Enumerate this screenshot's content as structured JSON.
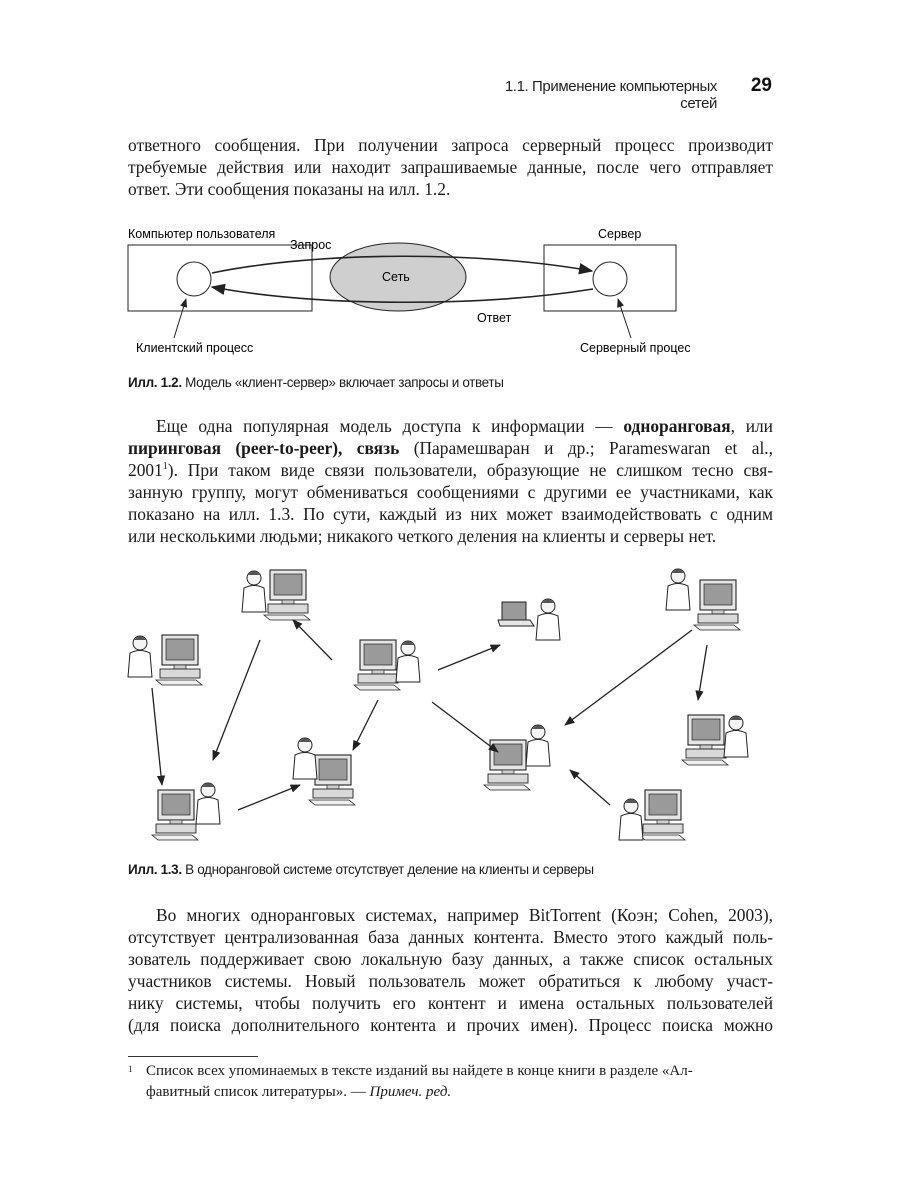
{
  "header": {
    "running_title": "1.1. Применение компьютерных сетей",
    "page_number": "29"
  },
  "para1": {
    "lines": [
      "ответного сообщения. При получении запроса серверный процесс производит",
      "требуемые действия или находит запрашиваемые данные, после чего отправляет",
      "ответ. Эти сообщения показаны на илл. 1.2."
    ]
  },
  "figure_1_2": {
    "client_box_label": "Компьютер пользователя",
    "server_box_label": "Сервер",
    "network_label": "Сеть",
    "request_label": "Запрос",
    "reply_label": "Ответ",
    "client_process_label": "Клиентский процесс",
    "server_process_label": "Серверный процесс",
    "caption_num": "Илл. 1.2.",
    "caption_text": " Модель «клиент-сервер» включает запросы и ответы"
  },
  "para2": {
    "l1_a": "Еще одна популярная модель доступа к информации — ",
    "l1_b": "одноранговая",
    "l1_c": ", или",
    "l2_a": "пиринговая (peer-to-peer), связь",
    "l2_b": " (Парамешваран и др.; Parameswaran et al.,",
    "l3_a": "2001",
    "l3_sup": "1",
    "l3_b": "). При таком виде связи пользователи, образующие не слишком тесно свя-",
    "l4": "занную группу, могут обмениваться сообщениями с другими ее участниками, как",
    "l5": "показано на илл. 1.3. По сути, каждый из них может взаимодействовать с одним",
    "l6": "или несколькими людьми; никакого четкого деления на клиенты и серверы нет."
  },
  "figure_1_3": {
    "caption_num": "Илл. 1.3.",
    "caption_text": " В одноранговой системе отсутствует деление на клиенты и серверы"
  },
  "para3": {
    "lines": [
      "Во многих одноранговых системах, например BitTorrent (Коэн; Cohen, 2003),",
      "отсутствует централизованная база данных контента. Вместо этого каждый поль-",
      "зователь поддерживает свою локальную базу данных, а также список остальных",
      "участников системы. Новый пользователь может обратиться к любому участ-",
      "нику системы, чтобы получить его контент и имена остальных пользователей",
      "(для поиска дополнительного контента и прочих имен). Процесс поиска можно"
    ]
  },
  "footnote": {
    "marker": "1",
    "line1": "Список всех упоминаемых в тексте изданий вы найдете в конце книги в разделе «Ал-",
    "line2_a": "фавитный список литературы». — ",
    "line2_b": "Примеч. ред."
  }
}
